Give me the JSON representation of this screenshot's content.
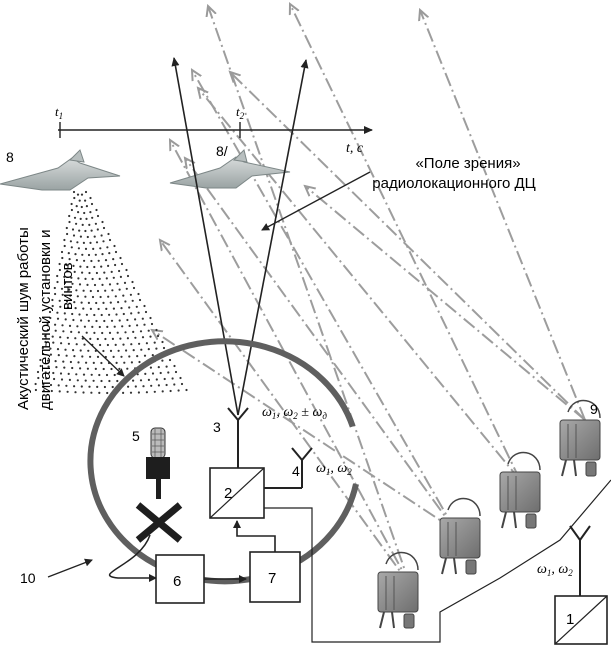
{
  "timeline": {
    "t1": "t",
    "t1_sub": "1",
    "t2": "t",
    "t2_sub": "2",
    "axis_label": "t, c"
  },
  "labels": {
    "drone_1": "8",
    "drone_2": "8/",
    "antenna_3": "3",
    "antenna_4": "4",
    "sensor_5": "5",
    "node_9": "9",
    "circle_10": "10"
  },
  "blocks": {
    "b1": "1",
    "b2": "2",
    "b6": "6",
    "b7": "7"
  },
  "freq": {
    "omega_top": "ω1, ω2 ± ωд",
    "omega_4": "ω1, ω2",
    "omega_right": "ω1, ω2"
  },
  "annotations": {
    "field_of_view_line1": "«Поле зрения»",
    "field_of_view_line2": "радиолокационного ДЦ",
    "noise_line1": "Акустический шум работы",
    "noise_line2": "двигательной установки и",
    "noise_line3": "винтов"
  }
}
